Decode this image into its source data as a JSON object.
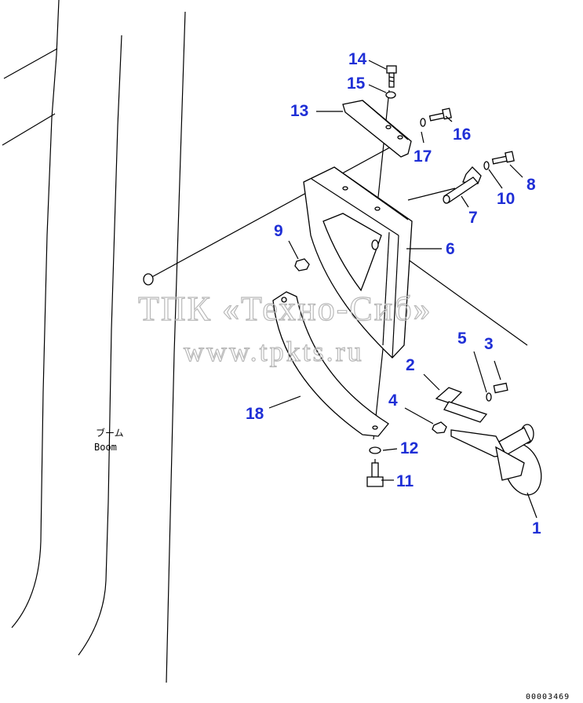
{
  "diagram": {
    "callouts": {
      "c1": "1",
      "c2": "2",
      "c3": "3",
      "c4": "4",
      "c5": "5",
      "c6": "6",
      "c7": "7",
      "c8": "8",
      "c9": "9",
      "c10": "10",
      "c11": "11",
      "c12": "12",
      "c13": "13",
      "c14": "14",
      "c15": "15",
      "c16": "16",
      "c17": "17",
      "c18": "18"
    },
    "boom_label_jp": "ブーム",
    "boom_label_en": "Boom",
    "watermark_line1": "ТПК «Техно-Сиб»",
    "watermark_line2": "www.tpkts.ru",
    "drawing_code": "00003469",
    "colors": {
      "callout": "#1f2fd6",
      "lines": "#000000",
      "watermark": "#b9b9b9"
    }
  }
}
